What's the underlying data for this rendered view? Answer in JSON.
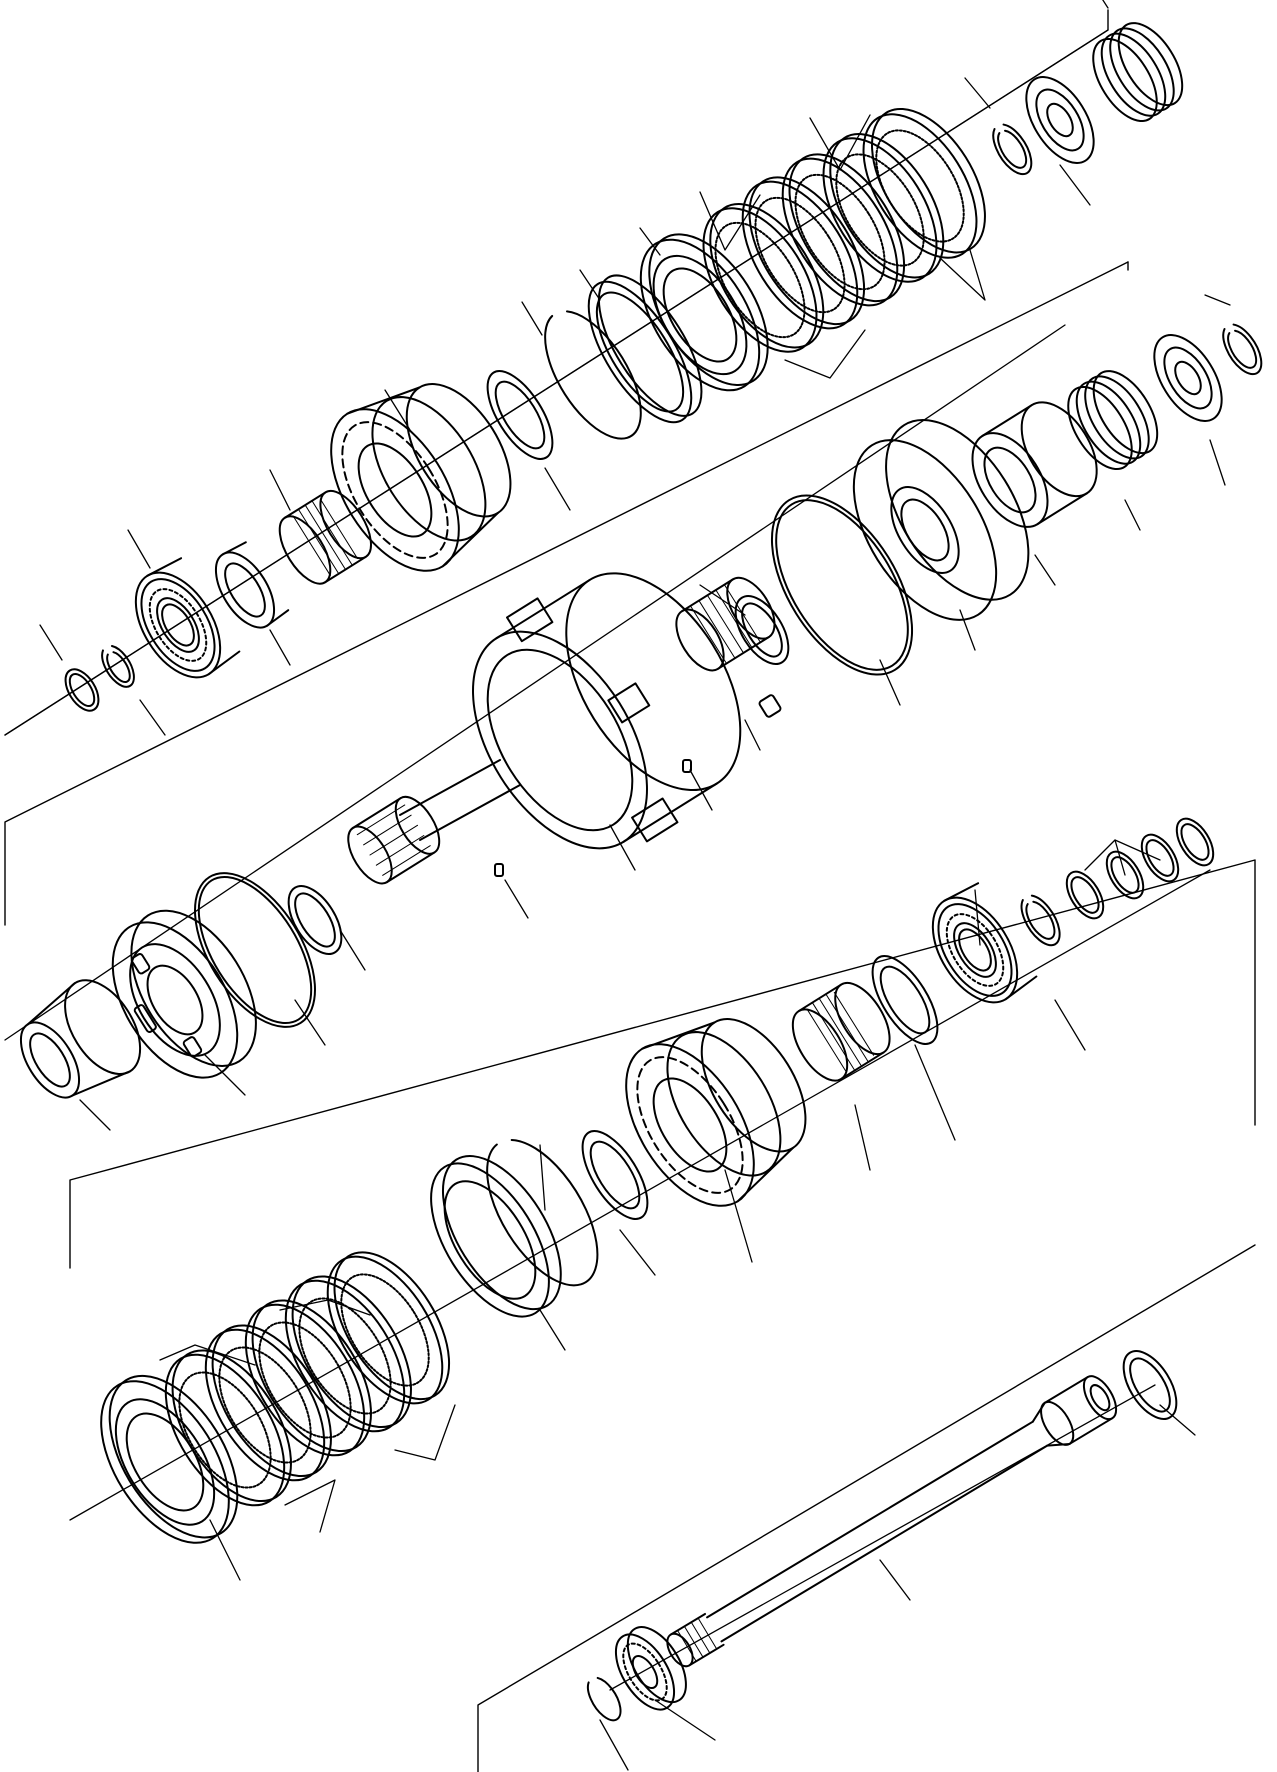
{
  "diagram": {
    "type": "exploded-parts-view",
    "line_color": "#000000",
    "background_color": "#ffffff",
    "text_labels": [],
    "assemblies": [
      {
        "name": "upper-clutch-pack",
        "parts": [
          "snap-ring",
          "snap-ring",
          "ball-bearing",
          "spacer",
          "needle-bearing",
          "gear",
          "thrust-washer",
          "snap-ring",
          "back-plate",
          "friction-disc",
          "steel-plate",
          "end-plate",
          "snap-ring",
          "spring-retainer",
          "spring"
        ]
      },
      {
        "name": "clutch-shaft-housing",
        "parts": [
          "bushing",
          "piston",
          "o-ring",
          "seal-ring",
          "shaft-housing",
          "plug",
          "seal-ring",
          "o-ring",
          "piston",
          "spring-guide",
          "spring",
          "spring-retainer",
          "snap-ring"
        ]
      },
      {
        "name": "lower-clutch-pack",
        "parts": [
          "end-plate",
          "friction-disc",
          "steel-plate",
          "back-plate",
          "snap-ring",
          "thrust-washer",
          "gear",
          "needle-bearing",
          "thrust-washer",
          "ball-bearing",
          "snap-ring",
          "seal-ring"
        ]
      },
      {
        "name": "output-shaft",
        "parts": [
          "snap-ring",
          "ball-bearing",
          "shaft",
          "seal-ring"
        ]
      }
    ]
  }
}
